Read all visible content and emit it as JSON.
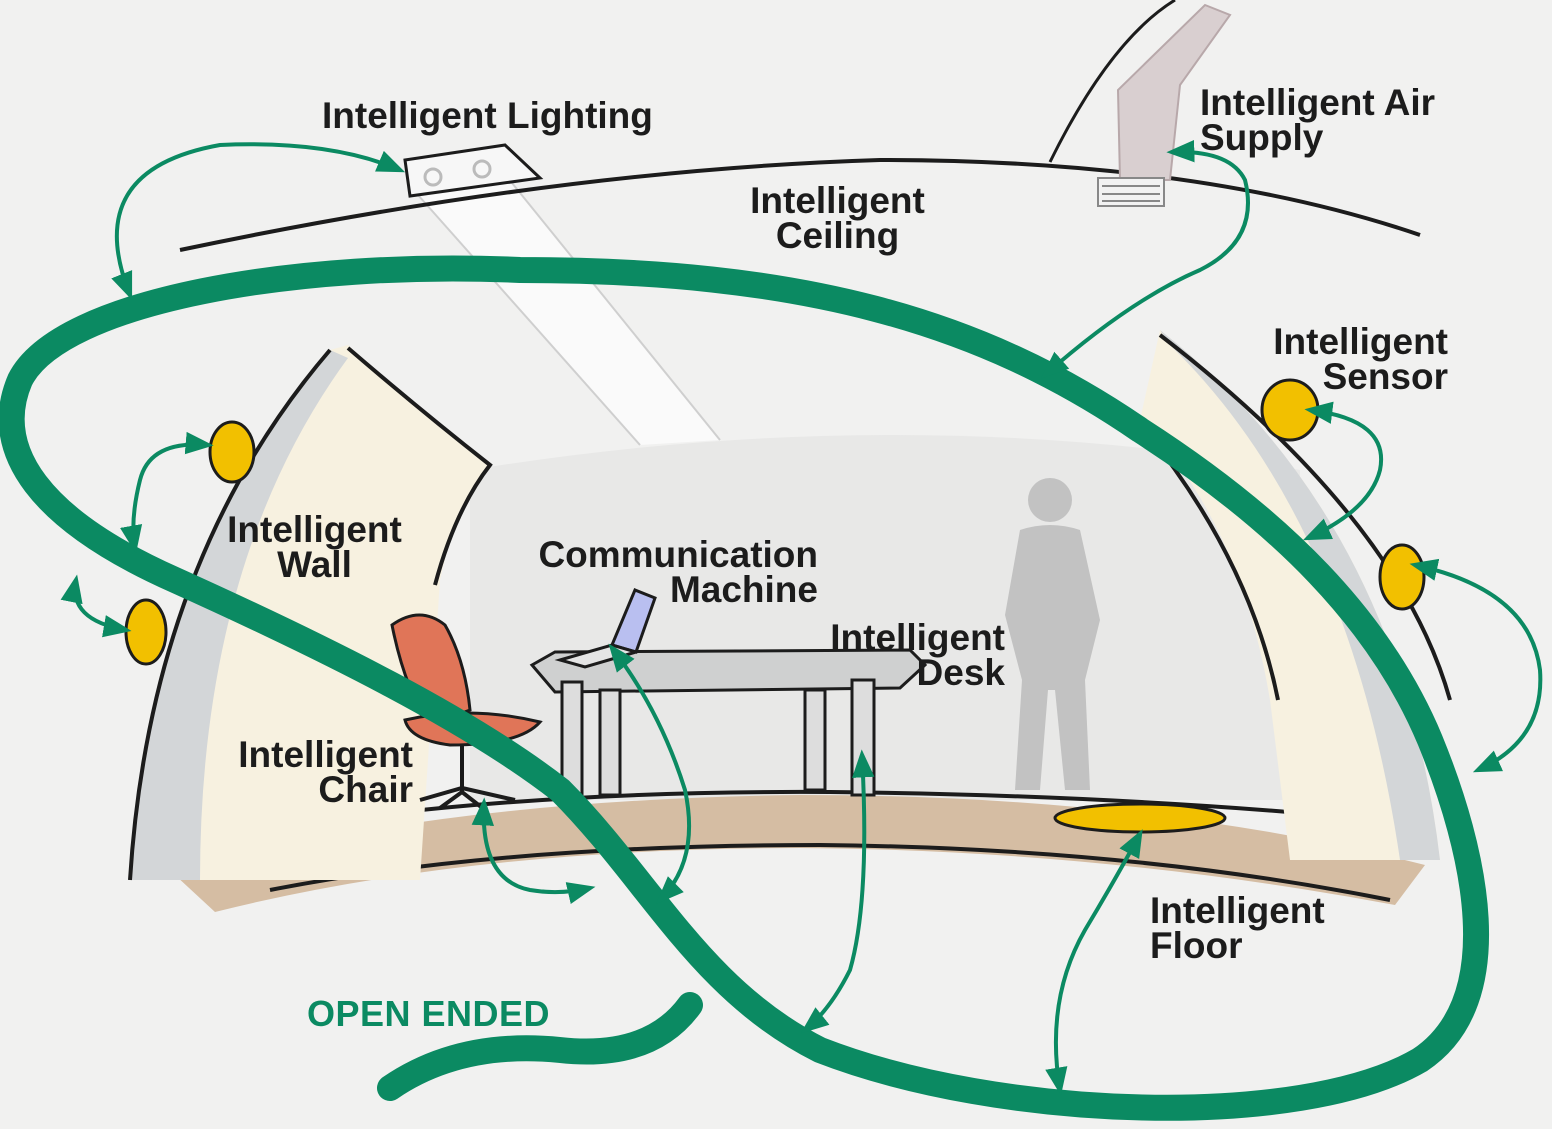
{
  "diagram": {
    "labels": {
      "lighting": "Intelligent Lighting",
      "air_1": "Intelligent Air",
      "air_2": "Supply",
      "ceiling_1": "Intelligent",
      "ceiling_2": "Ceiling",
      "sensor_1": "Intelligent",
      "sensor_2": "Sensor",
      "wall_1": "Intelligent",
      "wall_2": "Wall",
      "comm_1": "Communication",
      "comm_2": "Machine",
      "desk_1": "Intelligent",
      "desk_2": "Desk",
      "chair_1": "Intelligent",
      "chair_2": "Chair",
      "floor_1": "Intelligent",
      "floor_2": "Floor",
      "open_ended": "OPEN ENDED"
    },
    "icons": {
      "light_fixture": "ceiling-light-icon",
      "air_duct": "air-duct-icon",
      "sensor": "sensor-dome-icon",
      "chair": "chair-icon",
      "laptop": "laptop-icon",
      "person": "person-silhouette-icon",
      "floor_sensor": "floor-pad-icon"
    },
    "colors": {
      "network": "#0b8a62",
      "sensor": "#f2c000",
      "chair": "#e07558",
      "floor": "#d5bda3",
      "wall": "#f7f1e0",
      "laptop": "#b9bff0",
      "person": "#c2c2c2",
      "background": "#f1f1f0"
    }
  }
}
